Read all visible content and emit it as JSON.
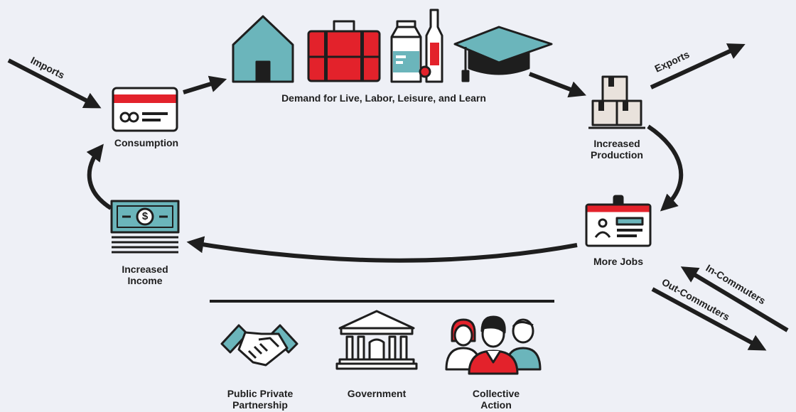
{
  "colors": {
    "background": "#eef0f6",
    "ink": "#1e1e1e",
    "red": "#e3222b",
    "teal": "#6bb5bb",
    "light": "#ffffff",
    "paper": "#e9e2dc"
  },
  "flow": {
    "imports": "Imports",
    "consumption": "Consumption",
    "demand": "Demand for Live, Labor, Leisure, and Learn",
    "exports": "Exports",
    "production_line1": "Increased",
    "production_line2": "Production",
    "jobs": "More Jobs",
    "in_commuters": "In-Commuters",
    "out_commuters": "Out-Commuters",
    "income_line1": "Increased",
    "income_line2": "Income"
  },
  "actors": {
    "ppp_line1": "Public Private",
    "ppp_line2": "Partnership",
    "government": "Government",
    "collective_line1": "Collective",
    "collective_line2": "Action"
  },
  "icons": {
    "card_symbol": "∞",
    "dollar_symbol": "$"
  }
}
